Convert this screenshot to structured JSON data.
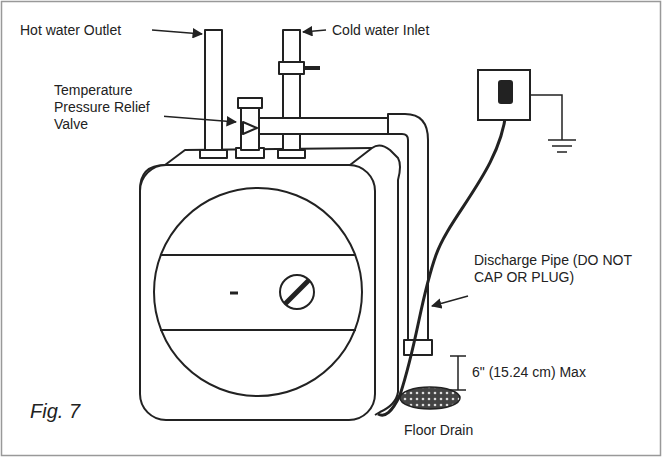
{
  "diagram": {
    "caption": "Fig. 7",
    "labels": [
      "Hot water Outlet",
      "Cold water Inlet",
      "Temperature Pressure Relief Valve",
      "Discharge Pipe (DO NOT CAP OR PLUG)",
      "6\" (15.24 cm) Max",
      "Floor Drain"
    ]
  }
}
